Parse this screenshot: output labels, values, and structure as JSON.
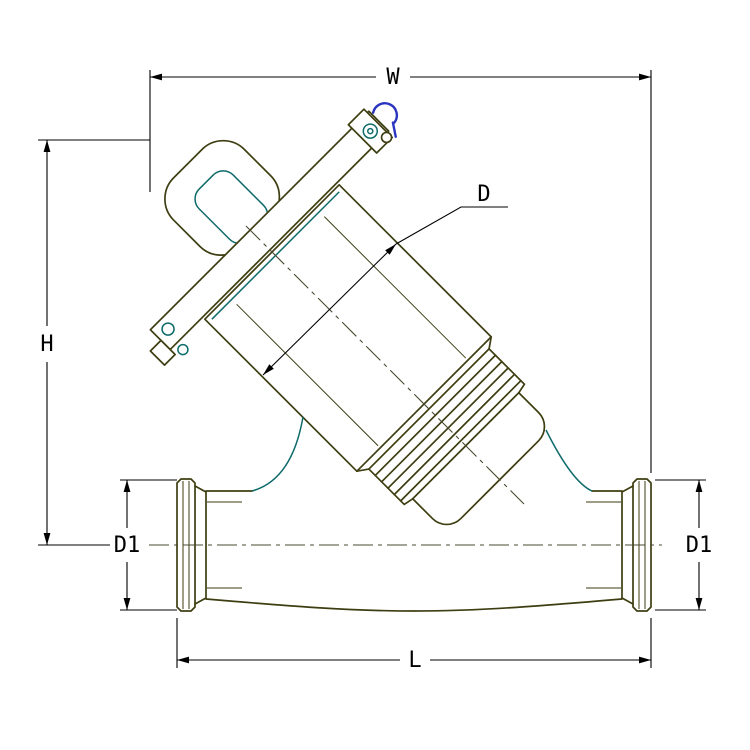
{
  "drawing": {
    "labels": {
      "overall_width": "W",
      "overall_height": "H",
      "body_diameter": "D",
      "port_diameter_left": "D1",
      "port_diameter_right": "D1",
      "face_to_face_length": "L"
    }
  },
  "colors": {
    "outline": "#3e3e12",
    "teal": "#0f6a6a",
    "blue": "#2b35c0",
    "dim": "#000000",
    "centerline": "#4a4a30"
  }
}
